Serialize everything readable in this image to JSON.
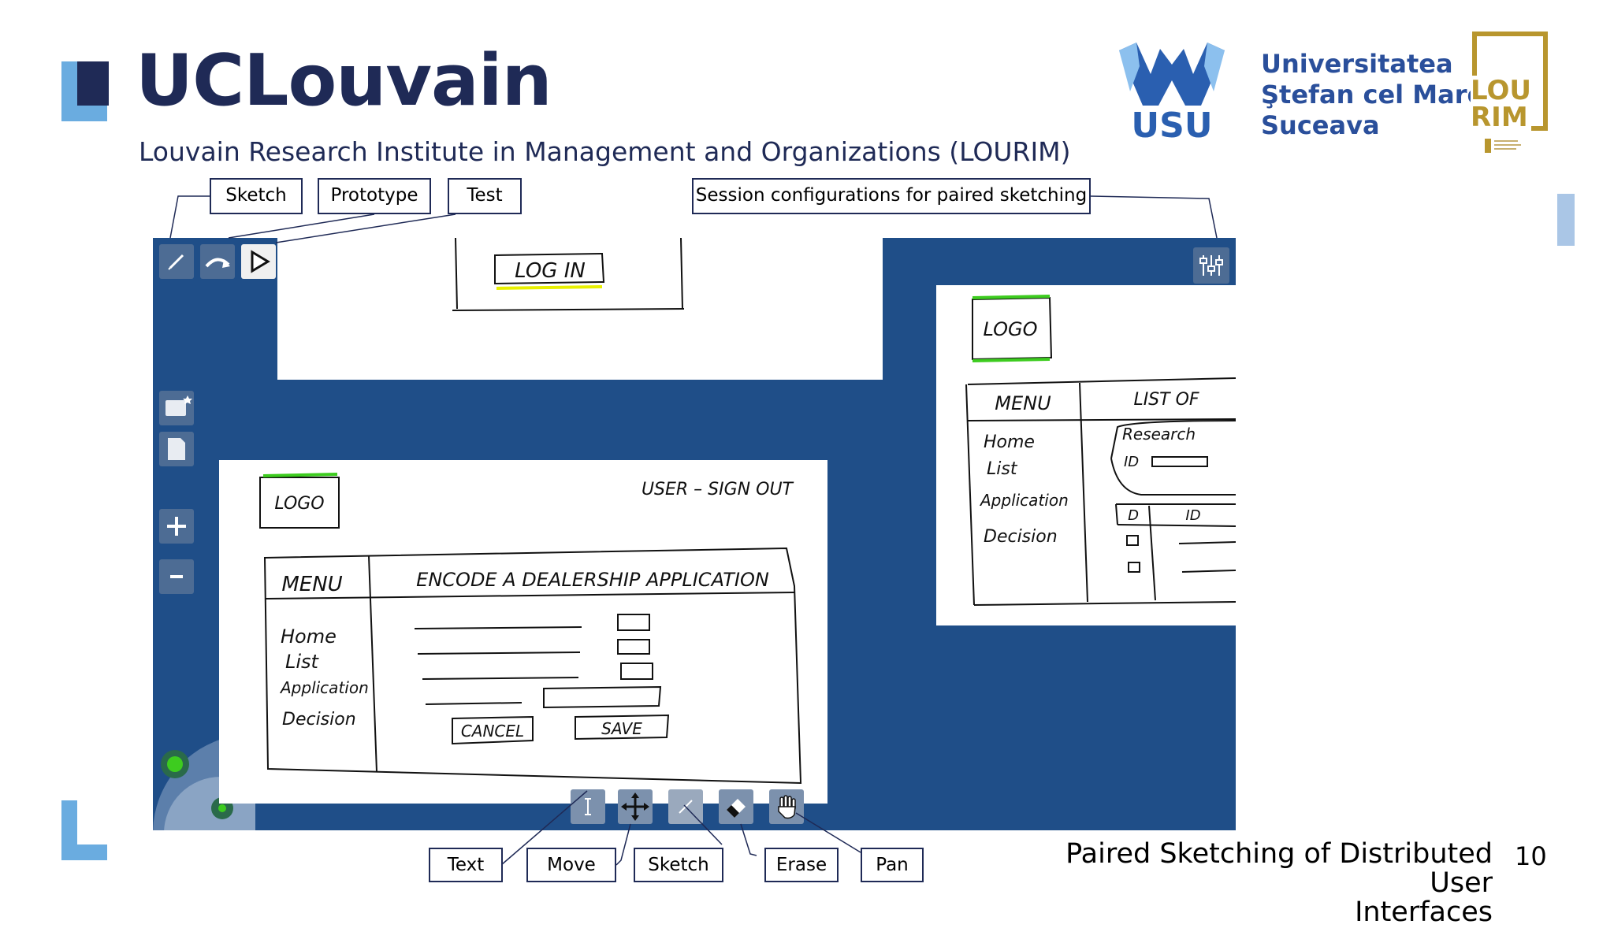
{
  "header": {
    "brand": "UCLouvain",
    "subtitle": "Louvain Research Institute in Management and Organizations (LOURIM)",
    "partner_logo_text": "USU",
    "partner_name_lines": [
      "Universitatea",
      "Ştefan cel Mare",
      "Suceava"
    ],
    "lourim_logo_lines": [
      "LOU",
      "RIM"
    ]
  },
  "callouts": {
    "sketch": "Sketch",
    "prototype": "Prototype",
    "test": "Test",
    "session": "Session configurations for paired sketching",
    "text": "Text",
    "move": "Move",
    "sketch_tool": "Sketch",
    "erase": "Erase",
    "pan": "Pan"
  },
  "icons": {
    "top_left": [
      "pencil-icon",
      "redo-icon",
      "play-icon"
    ],
    "top_right": "sliders-icon",
    "left_panel": [
      "new-card-icon",
      "page-icon",
      "zoom-in-icon",
      "zoom-out-icon"
    ],
    "bottom_tools": [
      "text-cursor-icon",
      "move-icon",
      "pencil-icon",
      "eraser-icon",
      "hand-icon"
    ]
  },
  "sketches": {
    "login_card": {
      "button": "LOG IN"
    },
    "main_card": {
      "logo": "LOGO",
      "user": "USER – SIGN OUT",
      "menu": "MENU",
      "heading": "ENCODE A DEALERSHIP APPLICATION",
      "menu_items": [
        "Home",
        "List",
        "Application",
        "Decision"
      ],
      "cancel": "CANCEL",
      "save": "SAVE"
    },
    "right_card": {
      "logo": "LOGO",
      "menu": "MENU",
      "heading": "LIST OF",
      "menu_items": [
        "Home",
        "List",
        "Application",
        "Decision"
      ],
      "search_label": "Research",
      "id_label": "ID",
      "table_headers": [
        "D",
        "ID"
      ]
    }
  },
  "footer": {
    "title_lines": [
      "Paired Sketching of Distributed User",
      "Interfaces"
    ],
    "page_number": "10"
  },
  "colors": {
    "navy": "#1f2a56",
    "light_blue": "#6aace0",
    "canvas_blue": "#1f4e88",
    "usu_blue": "#2a4f9b",
    "lourim_gold": "#b8962e",
    "highlight_green": "#3dcc1f",
    "highlight_yellow": "#e8f000"
  }
}
